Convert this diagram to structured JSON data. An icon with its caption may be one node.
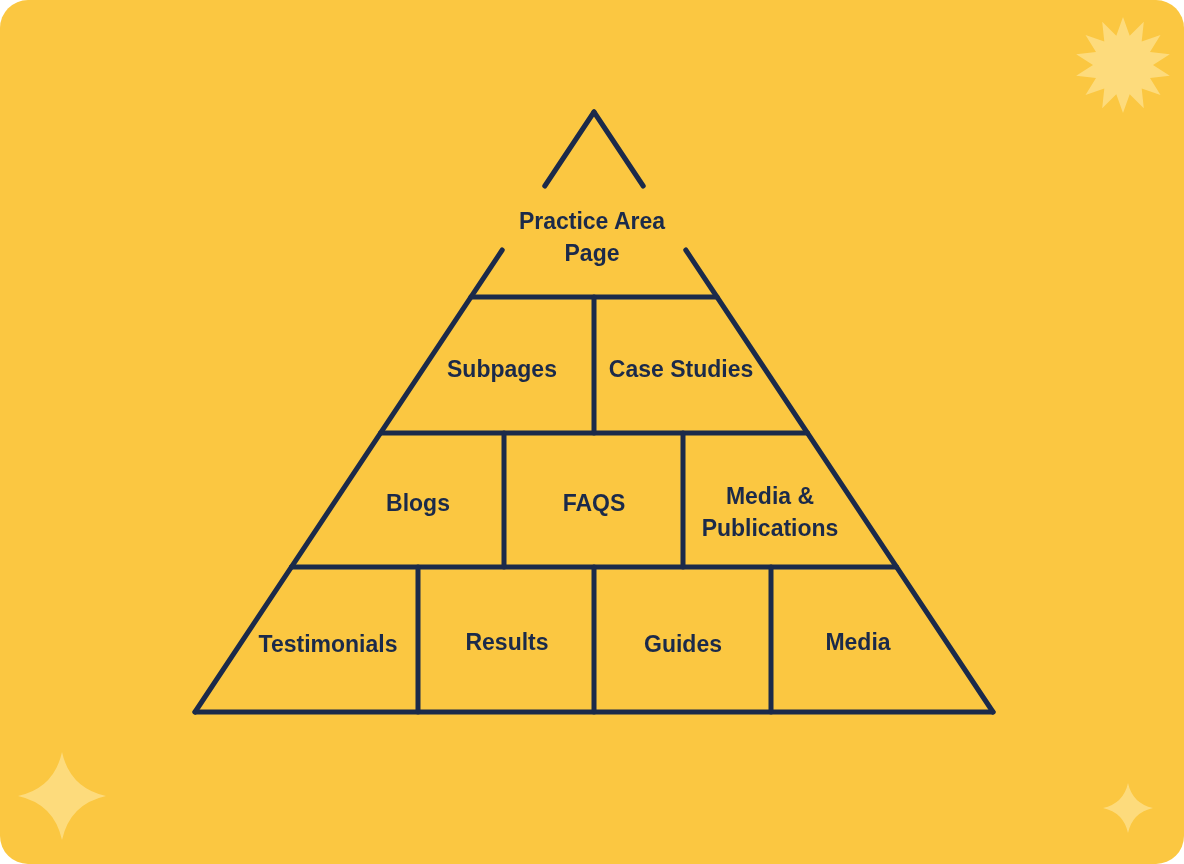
{
  "diagram": {
    "nodes": [
      {
        "text": [
          "Practice Area Page"
        ]
      },
      {
        "text": [
          "Subpages"
        ]
      },
      {
        "text": [
          "Case Studies"
        ]
      },
      {
        "text": [
          "Blogs"
        ]
      },
      {
        "text": [
          "FAQS"
        ]
      },
      {
        "text": [
          "Media & Publications"
        ]
      },
      {
        "text": [
          "Testimonials"
        ]
      },
      {
        "text": [
          "Results"
        ]
      },
      {
        "text": [
          "Guides"
        ]
      },
      {
        "text": [
          "Media"
        ]
      }
    ]
  }
}
